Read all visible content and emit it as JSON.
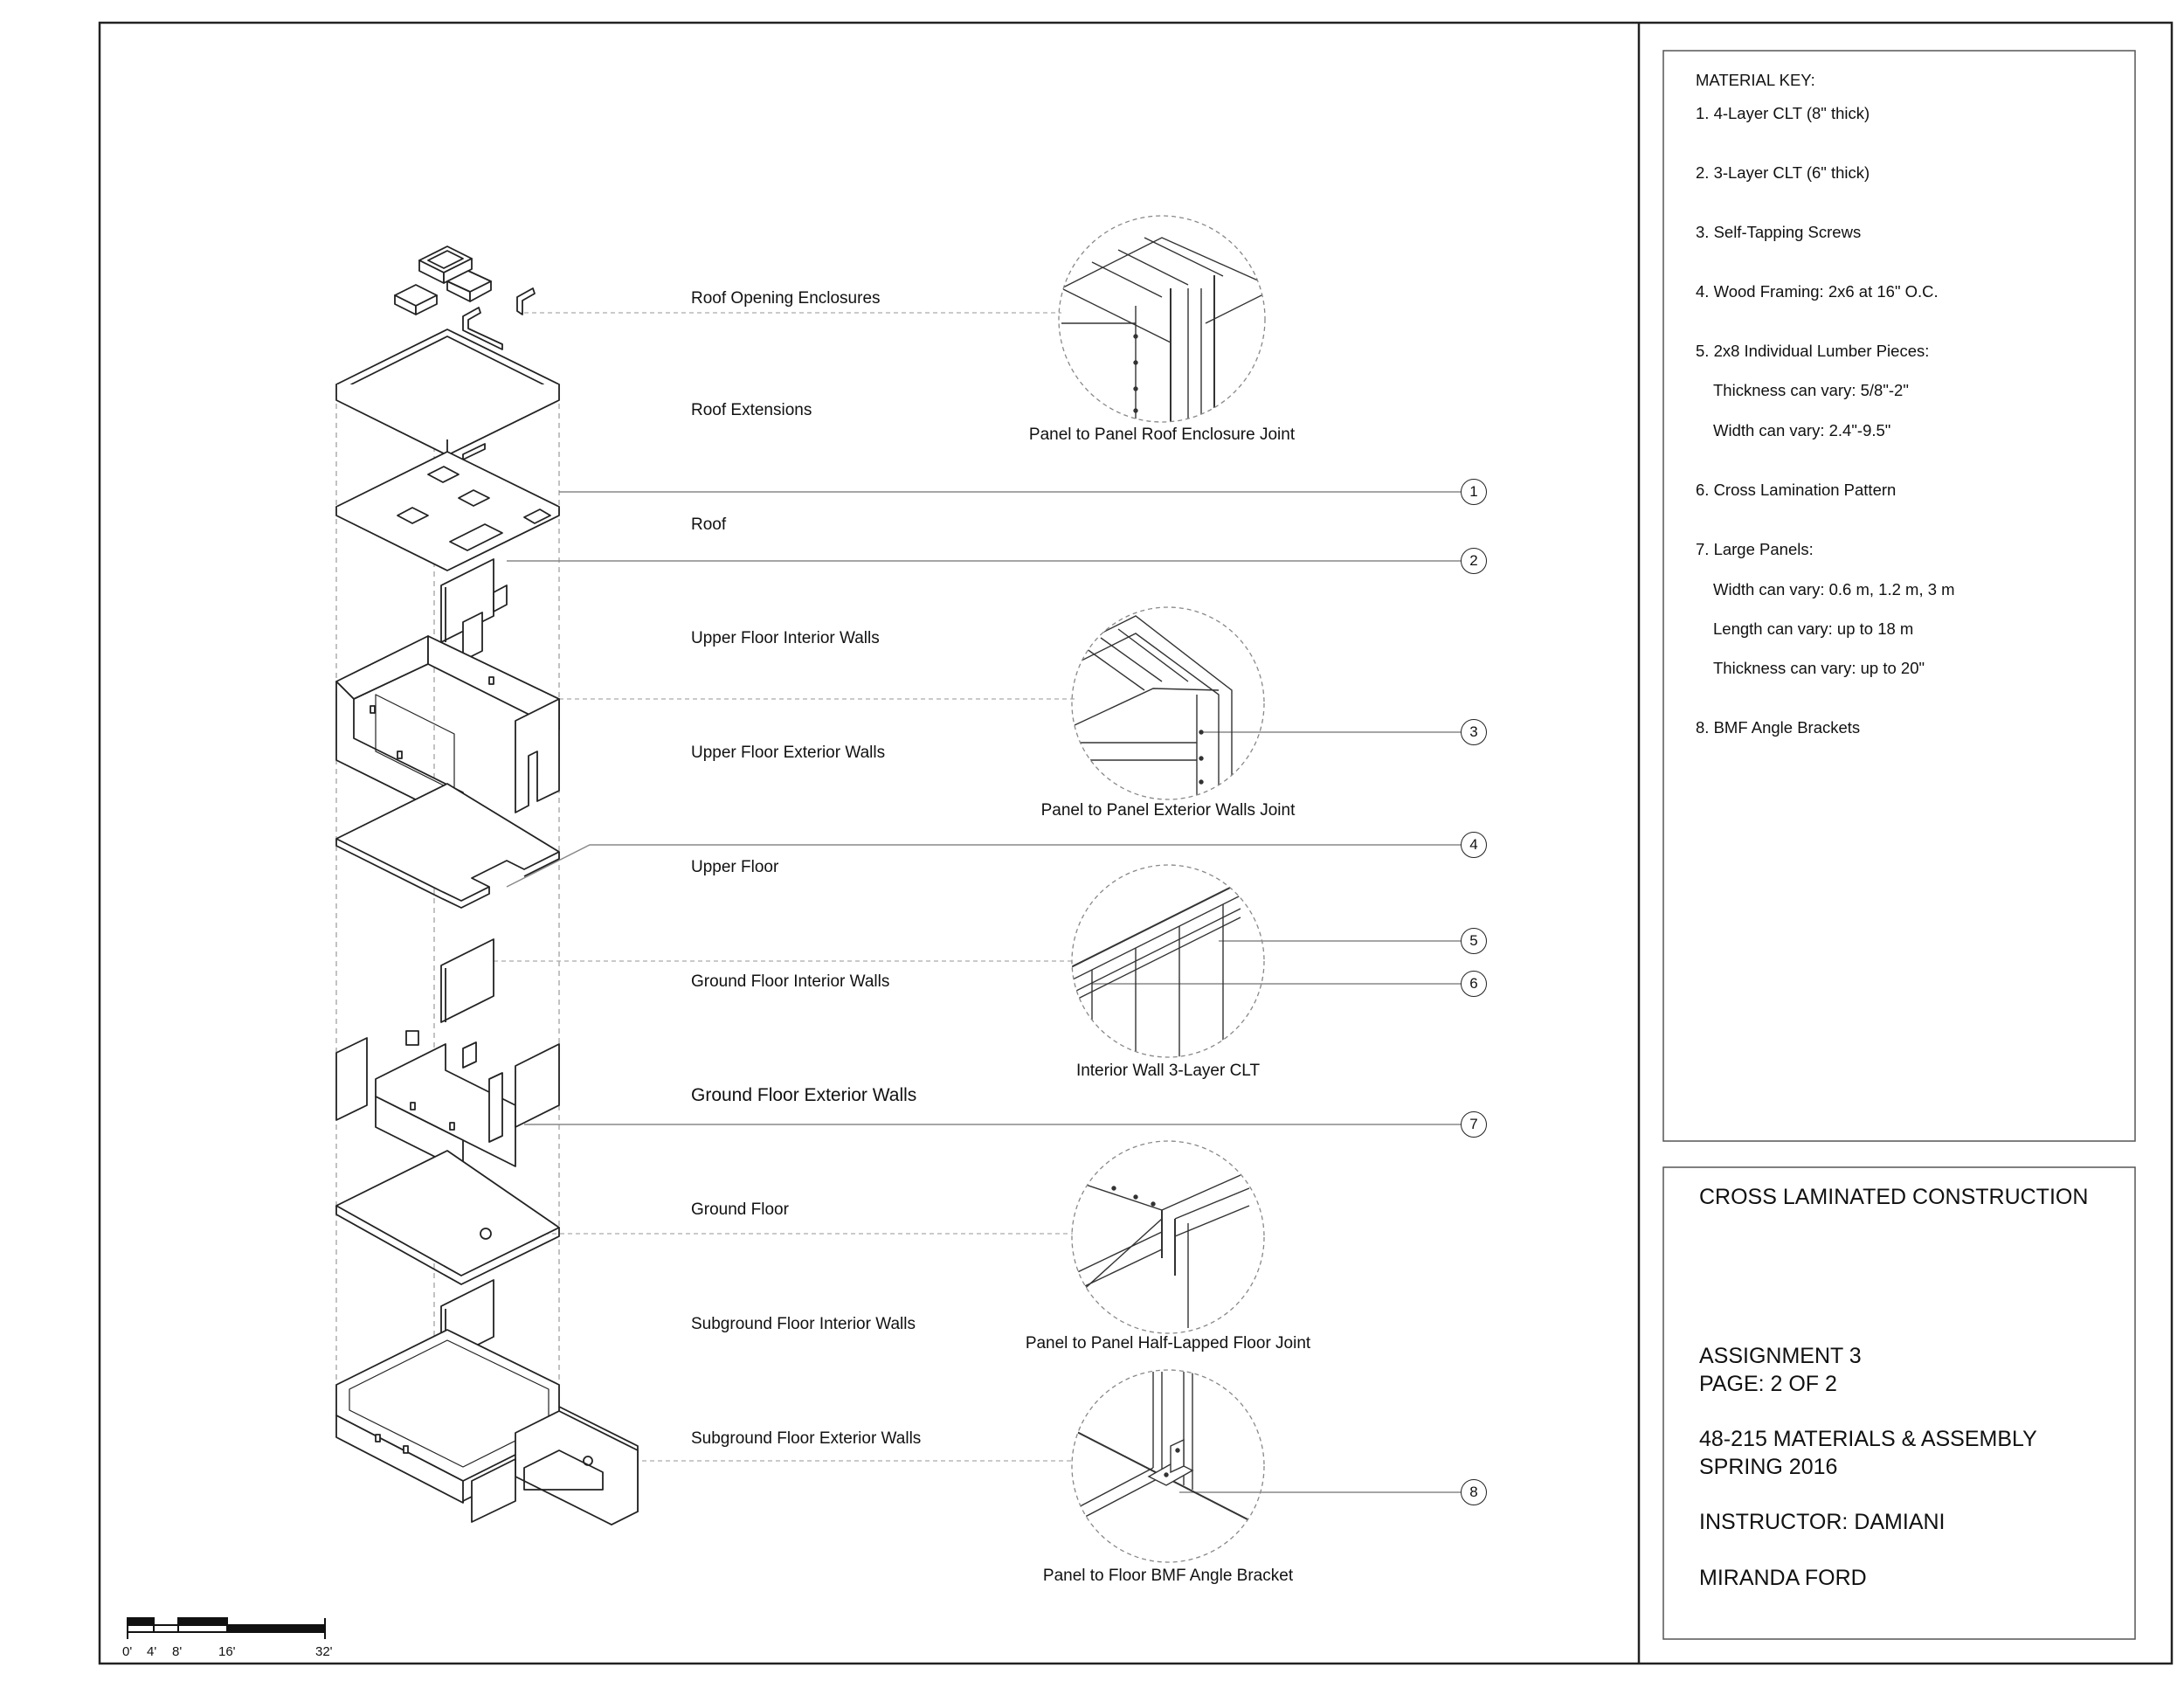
{
  "assembly_labels": [
    "Roof Opening Enclosures",
    "Roof Extensions",
    "Roof",
    "Upper Floor Interior Walls",
    "Upper Floor Exterior Walls",
    "Upper Floor",
    "Ground Floor Interior Walls",
    "Ground Floor Exterior Walls",
    "Ground Floor",
    "Subground Floor Interior Walls",
    "Subground Floor Exterior Walls"
  ],
  "detail_captions": [
    "Panel to Panel Roof Enclosure Joint",
    "Panel to Panel Exterior Walls Joint",
    "Interior Wall 3-Layer CLT",
    "Panel to Panel Half-Lapped Floor Joint",
    "Panel to Floor BMF Angle Bracket"
  ],
  "callouts": [
    "1",
    "2",
    "3",
    "4",
    "5",
    "6",
    "7",
    "8"
  ],
  "material_key": {
    "heading": "MATERIAL KEY:",
    "lines": [
      "1. 4-Layer CLT (8\" thick)",
      "2. 3-Layer CLT (6\" thick)",
      "3. Self-Tapping Screws",
      "4. Wood Framing: 2x6 at 16\" O.C.",
      "5. 2x8 Individual Lumber Pieces:",
      "Thickness can vary: 5/8\"-2\"",
      "Width can vary: 2.4\"-9.5\"",
      "6. Cross Lamination Pattern",
      "7. Large Panels:",
      "Width can vary: 0.6 m, 1.2 m, 3 m",
      "Length can vary: up to 18 m",
      "Thickness can vary: up to 20\"",
      "8. BMF Angle Brackets"
    ]
  },
  "title_block": {
    "title": "CROSS LAMINATED CONSTRUCTION",
    "assignment": "ASSIGNMENT 3",
    "page": "PAGE: 2 OF 2",
    "course": "48-215 MATERIALS & ASSEMBLY",
    "term": "SPRING  2016",
    "instructor": "INSTRUCTOR: DAMIANI",
    "author": "MIRANDA FORD"
  },
  "scale_bar": {
    "ticks": [
      "0'",
      "4'",
      "8'",
      "16'",
      "32'"
    ]
  }
}
